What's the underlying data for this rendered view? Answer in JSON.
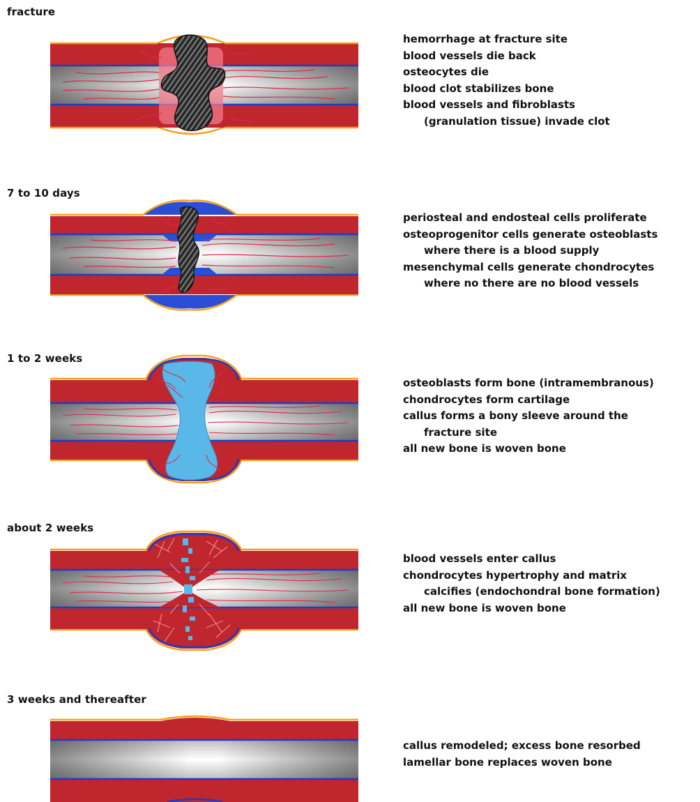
{
  "stages": [
    {
      "label": "fracture",
      "lines": [
        {
          "text": "hemorrhage at fracture site",
          "indent": false
        },
        {
          "text": "blood vessels die back",
          "indent": false
        },
        {
          "text": "osteocytes die",
          "indent": false
        },
        {
          "text": "blood clot stabilizes bone",
          "indent": false
        },
        {
          "text": "blood vessels and fibroblasts",
          "indent": false
        },
        {
          "text": "(granulation tissue) invade clot",
          "indent": true
        }
      ]
    },
    {
      "label": "7 to 10 days",
      "lines": [
        {
          "text": "periosteal and endosteal cells proliferate",
          "indent": false
        },
        {
          "text": "osteoprogenitor cells generate osteoblasts",
          "indent": false
        },
        {
          "text": "where there is a blood supply",
          "indent": true
        },
        {
          "text": "mesenchymal cells generate chondrocytes",
          "indent": false
        },
        {
          "text": "where no there are no blood vessels",
          "indent": true
        }
      ]
    },
    {
      "label": "1 to 2 weeks",
      "lines": [
        {
          "text": "osteoblasts form bone (intramembranous)",
          "indent": false
        },
        {
          "text": "chondrocytes form cartilage",
          "indent": false
        },
        {
          "text": "callus forms a bony sleeve around the",
          "indent": false,
          "highlight": "callus"
        },
        {
          "text": "fracture site",
          "indent": true
        },
        {
          "text": "all new bone is woven bone",
          "indent": false
        }
      ]
    },
    {
      "label": "about 2 weeks",
      "lines": [
        {
          "text": "blood vessels enter callus",
          "indent": false
        },
        {
          "text": "chondrocytes hypertrophy and matrix",
          "indent": false
        },
        {
          "text": "calcifies (endochondral bone formation)",
          "indent": true
        },
        {
          "text": "all new bone is woven bone",
          "indent": false
        }
      ]
    },
    {
      "label": "3 weeks and thereafter",
      "lines": [
        {
          "text": "callus remodeled; excess bone resorbed",
          "indent": false
        },
        {
          "text": "lamellar bone replaces woven bone",
          "indent": false
        }
      ]
    }
  ],
  "colors": {
    "cortex_red": "#c0262e",
    "periosteum_orange": "#f4a11e",
    "endosteum_blue": "#1e3cc8",
    "marrow_gray": "#9a9a9a",
    "marrow_light": "#ffffff",
    "vessel_red": "#e0284a",
    "callus_blue": "#2a4fd6",
    "cartilage_cyan": "#5ab8e8",
    "clot_dark": "#2a2a2a"
  }
}
